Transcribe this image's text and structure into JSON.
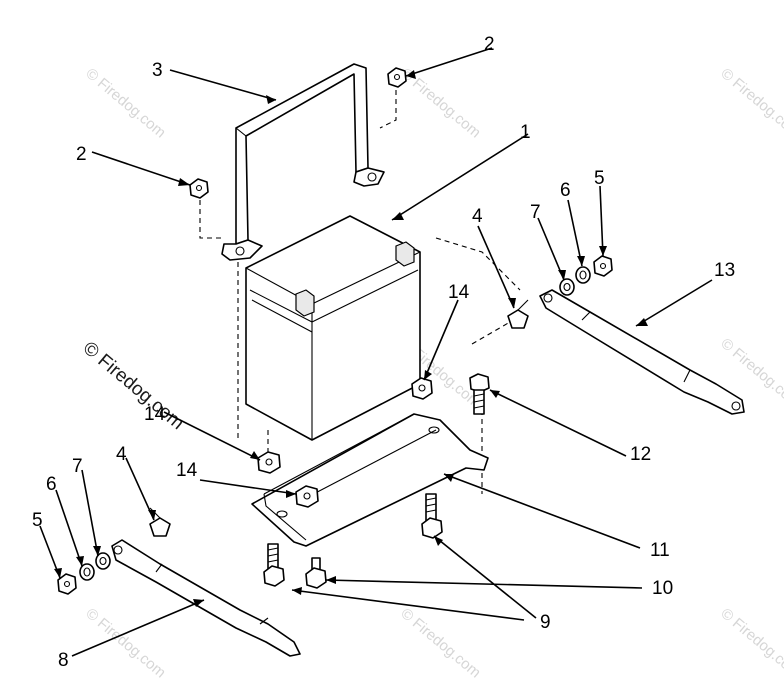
{
  "callouts": {
    "c1": "1",
    "c2a": "2",
    "c2b": "2",
    "c3": "3",
    "c4a": "4",
    "c4b": "4",
    "c5a": "5",
    "c5b": "5",
    "c6a": "6",
    "c6b": "6",
    "c7a": "7",
    "c7b": "7",
    "c8": "8",
    "c9": "9",
    "c10": "10",
    "c11": "11",
    "c12": "12",
    "c13": "13",
    "c14a": "14",
    "c14b": "14",
    "c14c": "14"
  },
  "watermark": {
    "text": "© Firedog.com",
    "dark_text": "© Firedog.com"
  }
}
